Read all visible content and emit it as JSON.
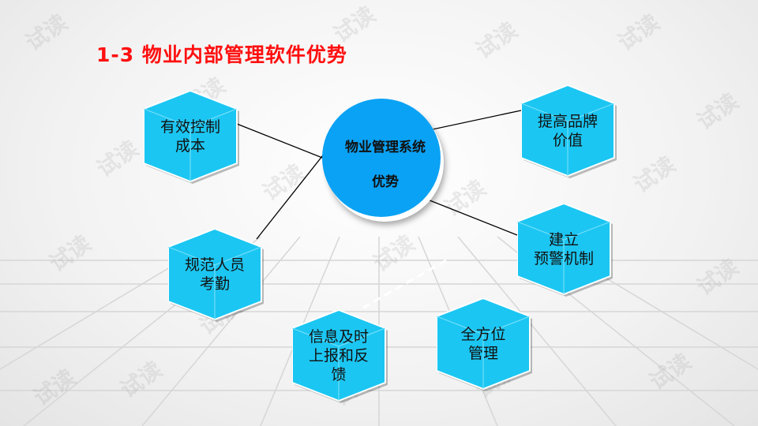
{
  "title": "1-3  物业内部管理软件优势",
  "center": {
    "line1": "物业管理系统",
    "line2": "优势"
  },
  "boxes": [
    {
      "lines": [
        "有效控制",
        "成本"
      ]
    },
    {
      "lines": [
        "提高品牌",
        "价值"
      ]
    },
    {
      "lines": [
        "规范人员",
        "考勤"
      ]
    },
    {
      "lines": [
        "建立",
        "预警机制"
      ]
    },
    {
      "lines": [
        "信息及时",
        "上报和反",
        "馈"
      ]
    },
    {
      "lines": [
        "全方位",
        "管理"
      ]
    }
  ],
  "watermark": "试读",
  "colors": {
    "title": "#ff1010",
    "cube": "#1cc6f2",
    "circle": "#0aa2f5"
  }
}
